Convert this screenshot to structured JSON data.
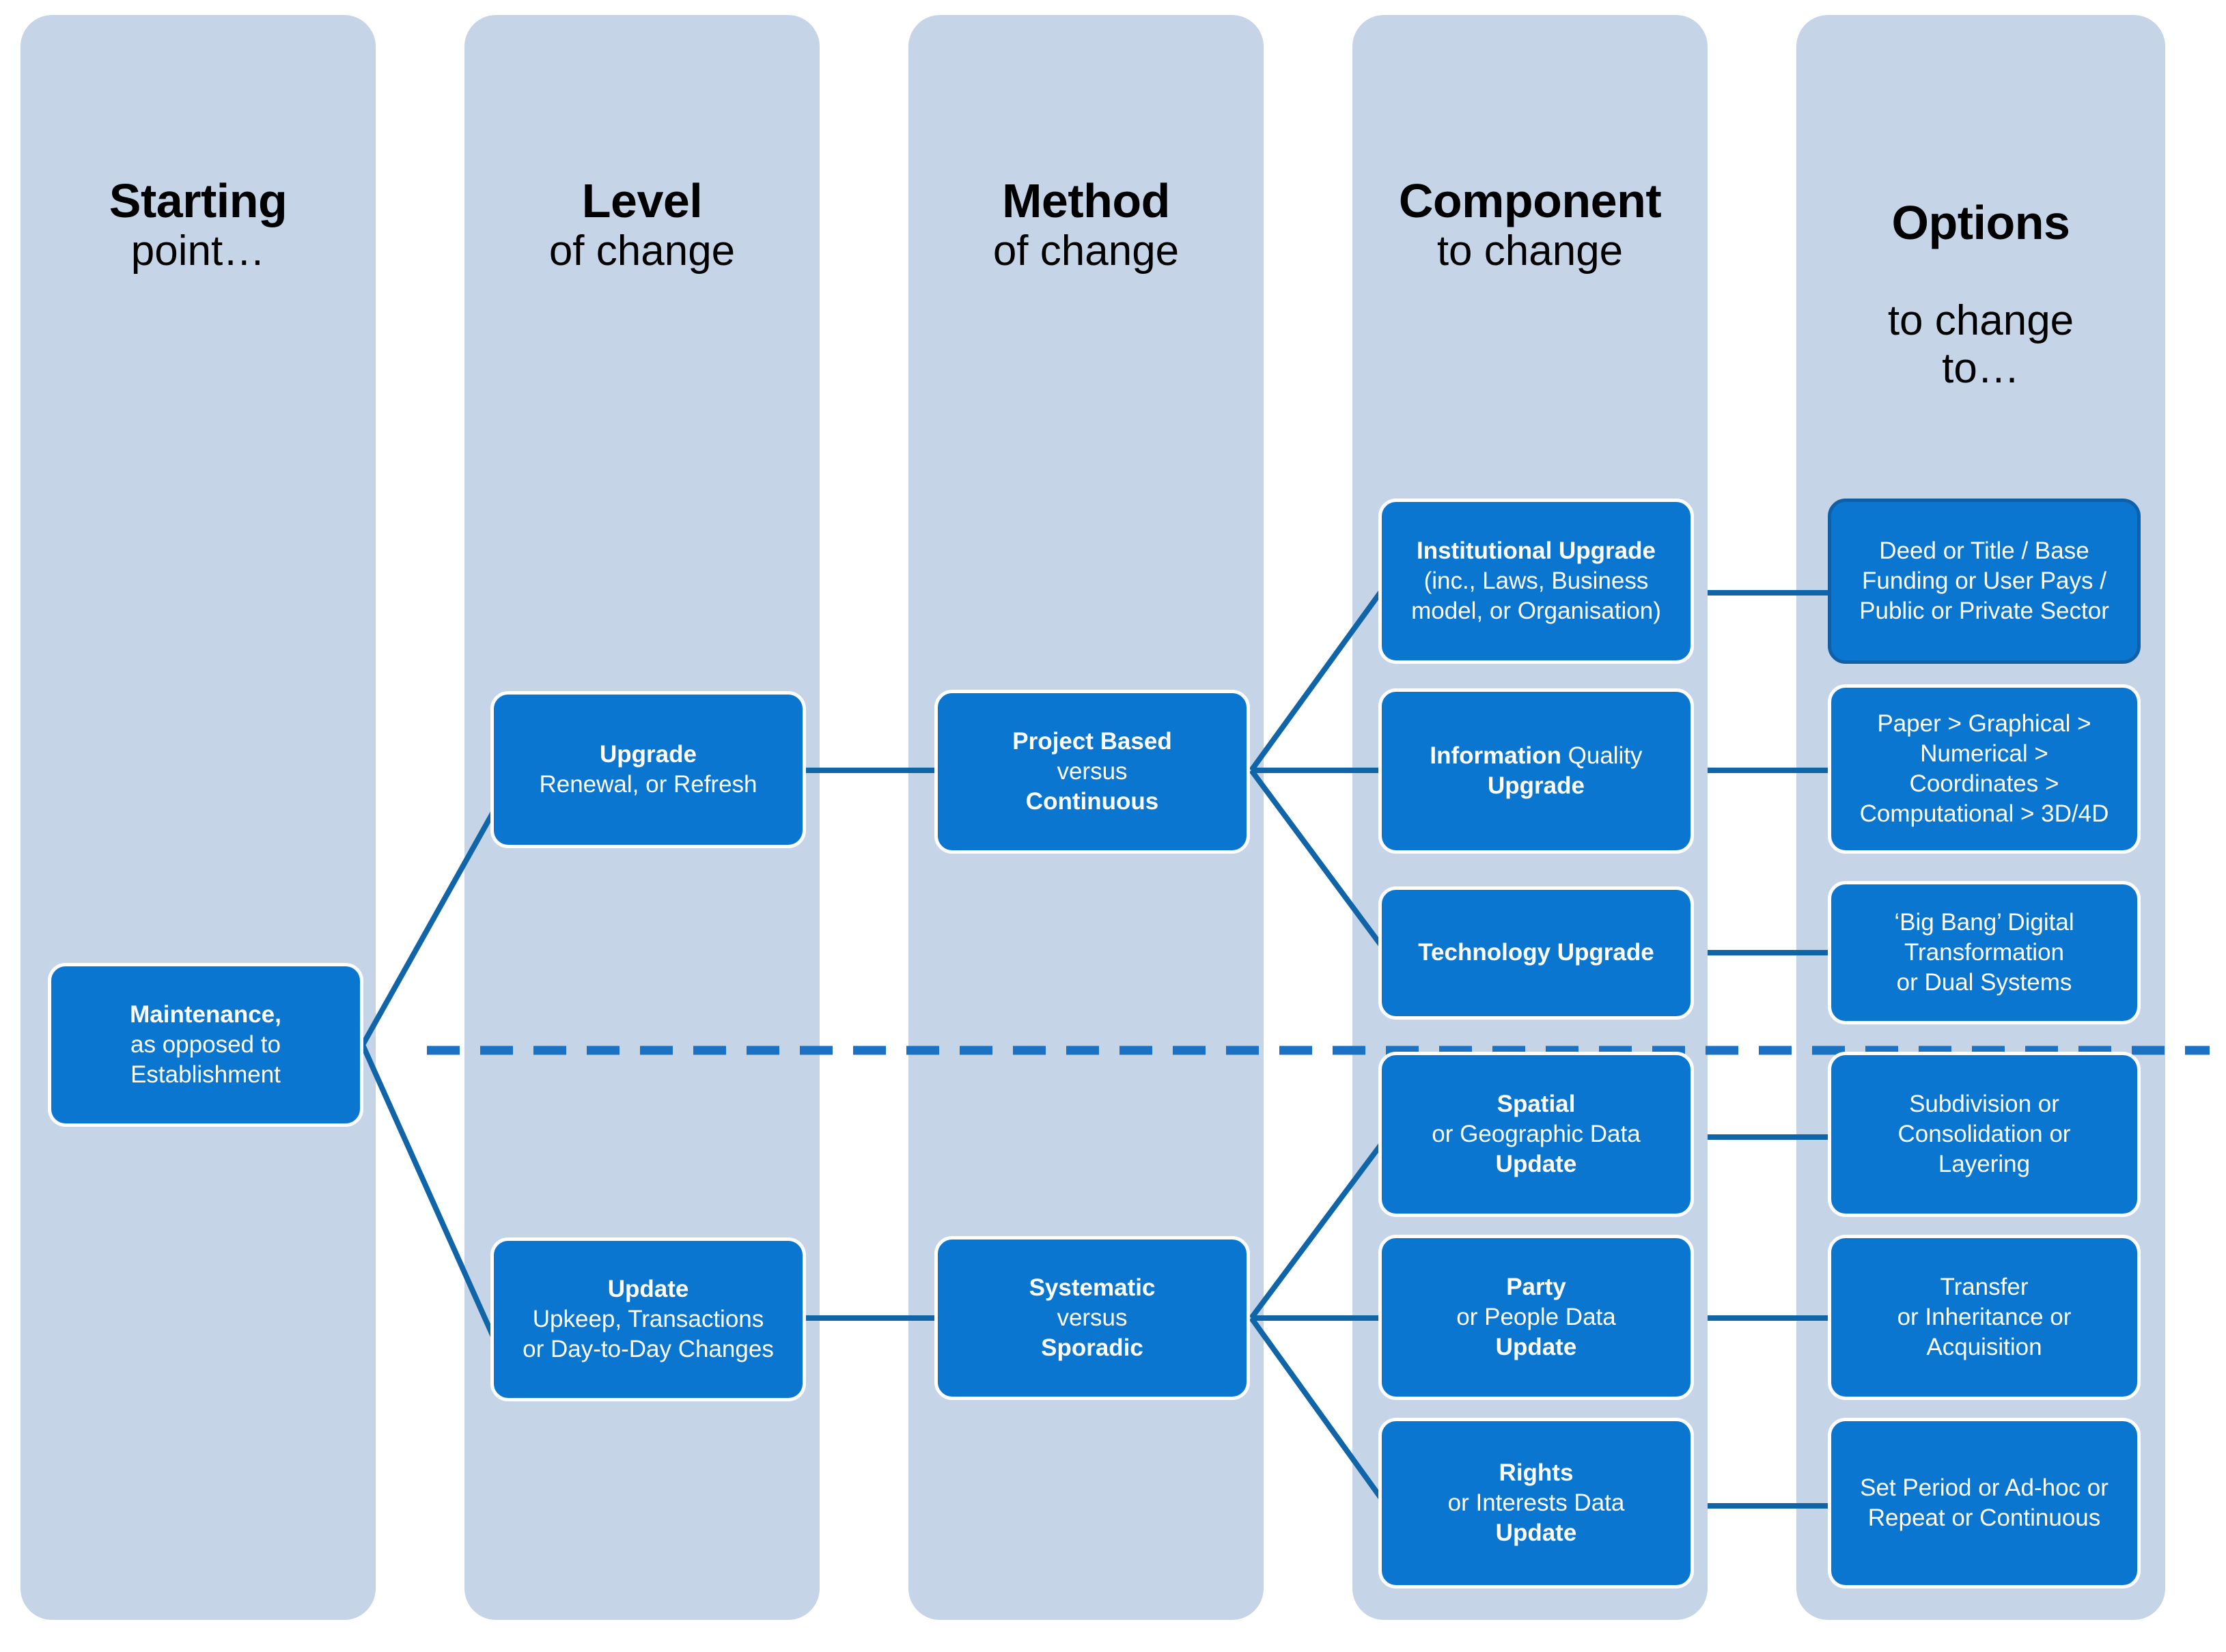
{
  "diagram": {
    "title_implicit": "Maintenance change pathway framework",
    "accent_blue": "#0b76d0",
    "panel_blue": "#c6d4e8",
    "line_blue": "#1064a8",
    "text_white": "#ffffff"
  },
  "columns": [
    {
      "id": "starting-point",
      "head_bold": "Starting",
      "head_rest": "point…"
    },
    {
      "id": "level-of-change",
      "head_bold": "Level",
      "head_rest": "of change"
    },
    {
      "id": "method-of-change",
      "head_bold": "Method",
      "head_rest": "of change"
    },
    {
      "id": "component-to-change",
      "head_bold": "Component",
      "head_rest": "to change"
    },
    {
      "id": "options-to-change-to",
      "head_bold": "Options",
      "head_rest": "to change\nto…"
    }
  ],
  "nodes": {
    "maintenance": {
      "lines": [
        {
          "text": "Maintenance,",
          "bold": true
        },
        {
          "text": "as opposed to",
          "bold": false
        },
        {
          "text": "Establishment",
          "bold": false
        }
      ]
    },
    "upgrade": {
      "lines": [
        {
          "text": "Upgrade",
          "bold": true
        },
        {
          "text": "Renewal, or Refresh",
          "bold": false
        }
      ]
    },
    "update": {
      "lines": [
        {
          "text": "Update",
          "bold": true
        },
        {
          "text": "Upkeep, Transactions",
          "bold": false
        },
        {
          "text": "or Day-to-Day Changes",
          "bold": false
        }
      ]
    },
    "project_based": {
      "lines": [
        {
          "text": "Project Based",
          "bold": true
        },
        {
          "text": "versus",
          "bold": false
        },
        {
          "text": "Continuous",
          "bold": true
        }
      ]
    },
    "systematic": {
      "lines": [
        {
          "text": "Systematic",
          "bold": true
        },
        {
          "text": "versus",
          "bold": false
        },
        {
          "text": "Sporadic",
          "bold": true
        }
      ]
    },
    "institutional_upgrade": {
      "lines": [
        {
          "text": "Institutional Upgrade",
          "bold": true
        },
        {
          "text": "(inc., Laws, Business",
          "bold": false
        },
        {
          "text": "model, or Organisation)",
          "bold": false
        }
      ]
    },
    "information_quality_upgrade": {
      "lines": [
        {
          "text": "Information Quality",
          "bold": true,
          "mixed": [
            {
              "t": "Information",
              "b": true
            },
            {
              "t": " Quality",
              "b": false
            }
          ]
        },
        {
          "text": "Upgrade",
          "bold": true
        }
      ]
    },
    "technology_upgrade": {
      "lines": [
        {
          "text": "Technology Upgrade",
          "bold": true
        }
      ]
    },
    "spatial_update": {
      "lines": [
        {
          "text": "Spatial",
          "bold": true
        },
        {
          "text": "or Geographic Data",
          "bold": false
        },
        {
          "text": "Update",
          "bold": true
        }
      ]
    },
    "party_update": {
      "lines": [
        {
          "text": "Party",
          "bold": true
        },
        {
          "text": "or People Data",
          "bold": false
        },
        {
          "text": "Update",
          "bold": true
        }
      ]
    },
    "rights_update": {
      "lines": [
        {
          "text": "Rights",
          "bold": true
        },
        {
          "text": "or Interests Data",
          "bold": false
        },
        {
          "text": "Update",
          "bold": true
        }
      ]
    },
    "opt_institutional": {
      "lines": [
        {
          "text": "Deed or Title / Base",
          "bold": false
        },
        {
          "text": "Funding or User Pays /",
          "bold": false
        },
        {
          "text": "Public or Private Sector",
          "bold": false
        }
      ]
    },
    "opt_information": {
      "lines": [
        {
          "text": "Paper > Graphical >",
          "bold": false
        },
        {
          "text": "Numerical >",
          "bold": false
        },
        {
          "text": "Coordinates >",
          "bold": false
        },
        {
          "text": "Computational > 3D/4D",
          "bold": false
        }
      ]
    },
    "opt_technology": {
      "lines": [
        {
          "text": "‘Big Bang’ Digital",
          "bold": false
        },
        {
          "text": "Transformation",
          "bold": false
        },
        {
          "text": "or Dual Systems",
          "bold": false
        }
      ]
    },
    "opt_spatial": {
      "lines": [
        {
          "text": "Subdivision or",
          "bold": false
        },
        {
          "text": "Consolidation or",
          "bold": false
        },
        {
          "text": "Layering",
          "bold": false
        }
      ]
    },
    "opt_party": {
      "lines": [
        {
          "text": "Transfer",
          "bold": false
        },
        {
          "text": "or Inheritance or",
          "bold": false
        },
        {
          "text": "Acquisition",
          "bold": false
        }
      ]
    },
    "opt_rights": {
      "lines": [
        {
          "text": "Set Period or Ad-hoc or",
          "bold": false
        },
        {
          "text": "Repeat or Continuous",
          "bold": false
        }
      ]
    }
  },
  "divider": {
    "style": "dashed",
    "color": "#1b72c4",
    "meaning": "separates Upgrade branch (above) from Update branch (below)"
  }
}
